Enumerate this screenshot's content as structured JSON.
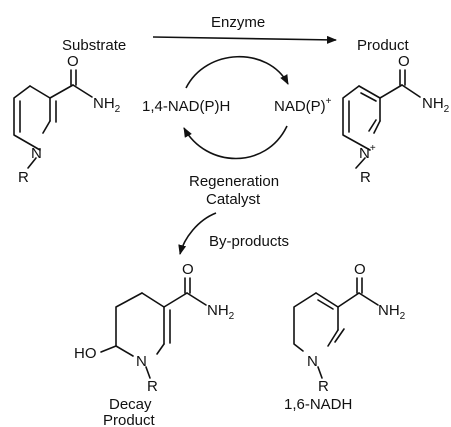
{
  "reaction": {
    "substrate": "Substrate",
    "enzyme": "Enzyme",
    "product": "Product"
  },
  "cycle": {
    "reduced": "1,4-NAD(P)H",
    "oxidized_main": "NAD(P)",
    "oxidized_charge": "+",
    "regen_line1": "Regeneration",
    "regen_line2": "Catalyst",
    "byproducts": "By-products"
  },
  "molecules": {
    "amide_o": "O",
    "amide_nh": "NH",
    "amide_sub": "2",
    "ring_n": "N",
    "ring_n_charge": "+",
    "ring_r": "R",
    "ho": "HO",
    "decay_line1": "Decay",
    "decay_line2": "Product",
    "nadh_16": "1,6-NADH"
  }
}
